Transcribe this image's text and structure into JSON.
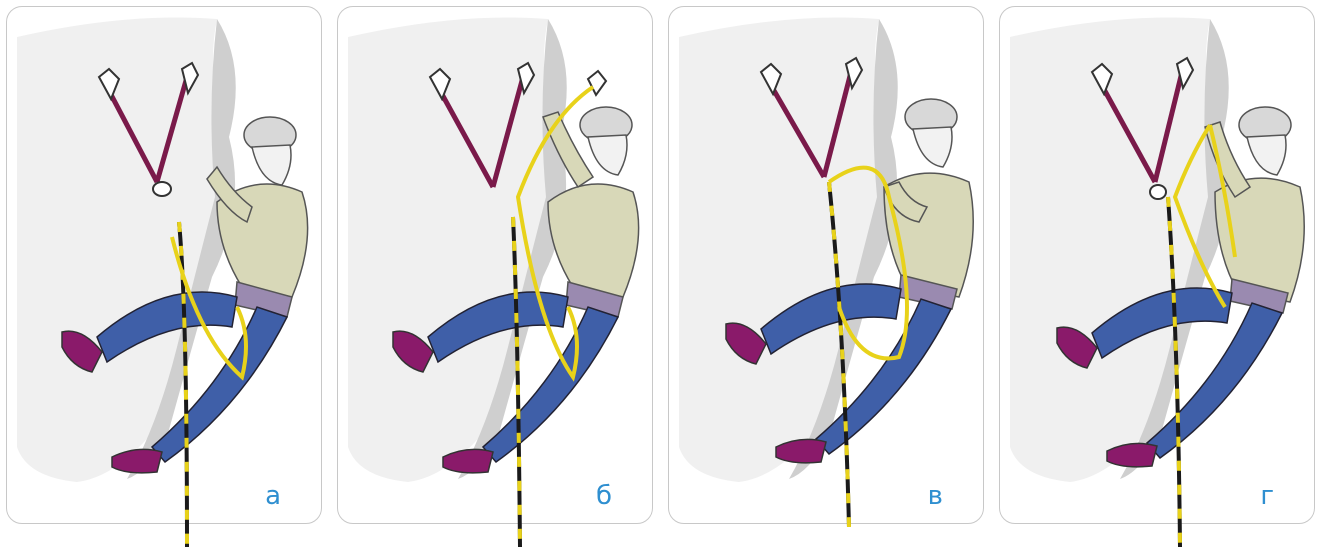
{
  "panels": [
    {
      "label": "а"
    },
    {
      "label": "б"
    },
    {
      "label": "в"
    },
    {
      "label": "г"
    }
  ],
  "colors": {
    "rock": "#f1f1f1",
    "rock_shadow": "#c9c9c9",
    "sling": "#7a1a4a",
    "rope_yellow": "#e8d21a",
    "rope_dark": "#1a1a1a",
    "shirt": "#d8d8b8",
    "pants": "#3f5fa8",
    "shoes": "#8a1a6a",
    "helmet": "#d8d8d8",
    "harness": "#9a8ab0",
    "label": "#2f8fd0"
  },
  "icons": [
    "anchor-sling-icon",
    "climber-figure-icon",
    "rope-icon",
    "carabiner-icon"
  ]
}
